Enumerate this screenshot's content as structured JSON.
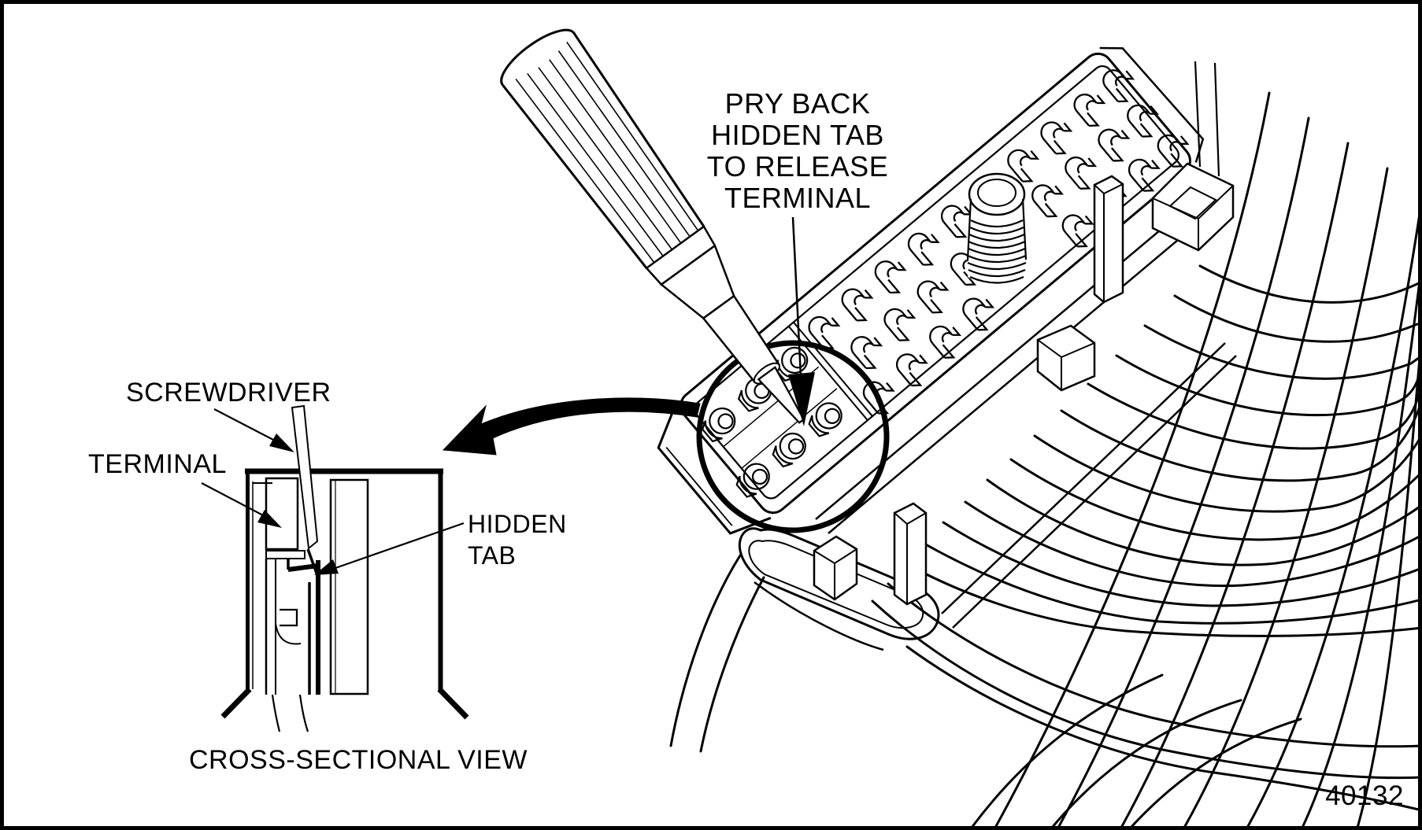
{
  "figure": {
    "callout": {
      "lines": [
        "PRY BACK",
        "HIDDEN TAB",
        "TO RELEASE",
        "TERMINAL"
      ]
    },
    "cross_section": {
      "screwdriver": "SCREWDRIVER",
      "terminal": "TERMINAL",
      "hidden_tab_1": "HIDDEN",
      "hidden_tab_2": "TAB",
      "caption": "CROSS-SECTIONAL VIEW"
    },
    "figure_number": "40132",
    "colors": {
      "ink": "#000000",
      "paper": "#ffffff"
    }
  }
}
